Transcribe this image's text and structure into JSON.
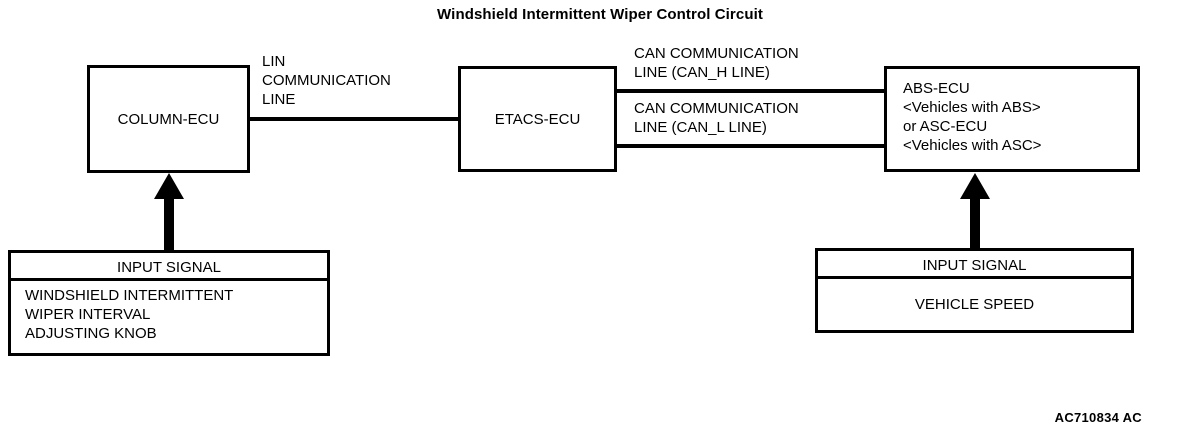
{
  "title": "Windshield Intermittent Wiper Control Circuit",
  "footer_code": "AC710834 AC",
  "colors": {
    "stroke": "#000000",
    "background": "#ffffff",
    "text": "#000000"
  },
  "modules": [
    {
      "id": "column-ecu",
      "label": "COLUMN-ECU"
    },
    {
      "id": "etacs-ecu",
      "label": "ETACS-ECU"
    },
    {
      "id": "abs-asc-ecu",
      "lines": [
        "ABS-ECU",
        "<Vehicles with ABS>",
        "or ASC-ECU",
        "<Vehicles with ASC>"
      ]
    }
  ],
  "connections": [
    {
      "id": "lin-line",
      "from": "column-ecu",
      "to": "etacs-ecu",
      "label_lines": [
        "LIN",
        "COMMUNICATION",
        "LINE"
      ]
    },
    {
      "id": "can-h-line",
      "from": "etacs-ecu",
      "to": "abs-asc-ecu",
      "label_lines": [
        "CAN COMMUNICATION",
        "LINE (CAN_H LINE)"
      ]
    },
    {
      "id": "can-l-line",
      "from": "etacs-ecu",
      "to": "abs-asc-ecu",
      "label_lines": [
        "CAN COMMUNICATION",
        "LINE (CAN_L LINE)"
      ]
    }
  ],
  "input_signals": [
    {
      "id": "wiper-interval-knob",
      "header": "INPUT SIGNAL",
      "body_lines": [
        "WINDSHIELD INTERMITTENT",
        "WIPER INTERVAL",
        "ADJUSTING KNOB"
      ],
      "target": "column-ecu"
    },
    {
      "id": "vehicle-speed",
      "header": "INPUT SIGNAL",
      "body_lines": [
        "VEHICLE SPEED"
      ],
      "target": "abs-asc-ecu"
    }
  ],
  "icons": {
    "signal-arrow": "arrow-up-block-icon"
  }
}
